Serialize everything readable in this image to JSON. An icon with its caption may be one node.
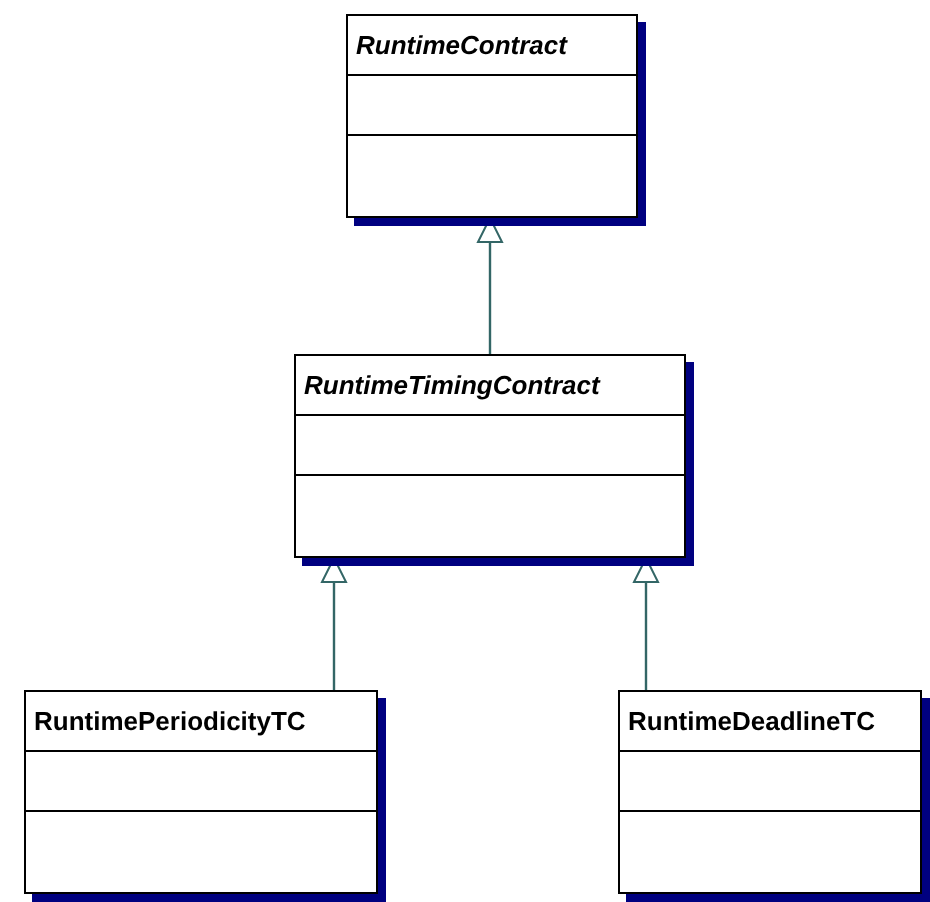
{
  "diagram": {
    "nodes": [
      {
        "text": [
          "RuntimeContract"
        ]
      },
      {
        "text": [
          "RuntimeTimingContract"
        ]
      },
      {
        "text": [
          "RuntimePeriodicityTC"
        ]
      },
      {
        "text": [
          "RuntimeDeadlineTC"
        ]
      }
    ],
    "edges": [
      {
        "from": 1,
        "to": 0,
        "arrow": "to"
      },
      {
        "from": 2,
        "to": 1,
        "arrow": "to"
      },
      {
        "from": 3,
        "to": 1,
        "arrow": "to"
      }
    ]
  }
}
